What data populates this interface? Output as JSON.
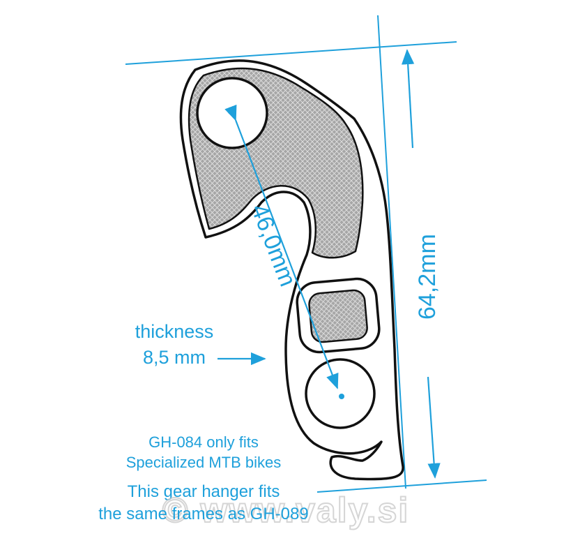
{
  "labels": {
    "diagonal_dimension": "46,0mm",
    "height_dimension": "64,2mm",
    "thickness_line1": "thickness",
    "thickness_line2": "8,5 mm",
    "fit_line1": "GH-084 only fits",
    "fit_line2": "Specialized MTB bikes",
    "note_line1": "This gear hanger fits",
    "note_line2": "the same frames as GH-089",
    "watermark": "© www.valy.si"
  },
  "colors": {
    "dimension": "#1ea0db",
    "outline": "#111111",
    "hatch_fill": "#a6a6a6",
    "body_fill": "#ffffff"
  }
}
